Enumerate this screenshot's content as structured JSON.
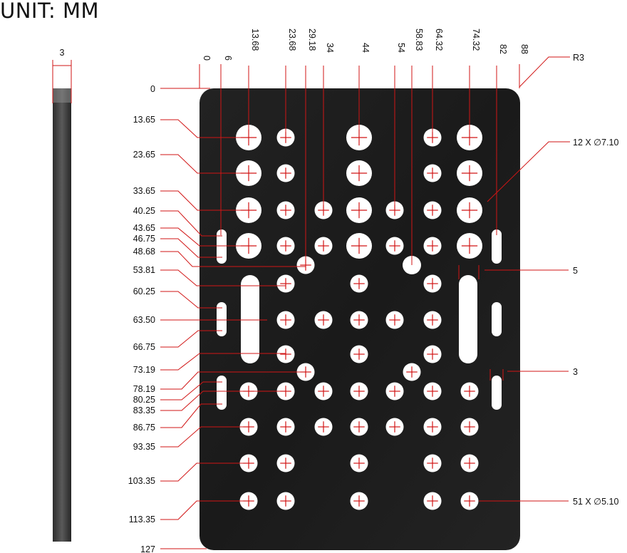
{
  "title": "UNIT: MM",
  "side_view": {
    "thickness_label": "3"
  },
  "x_labels": [
    "0",
    "6",
    "13.68",
    "23.68",
    "29.18",
    "34",
    "44",
    "54",
    "58.83",
    "64.32",
    "74.32",
    "82",
    "88"
  ],
  "y_labels": [
    "0",
    "13.65",
    "23.65",
    "33.65",
    "40.25",
    "43.65",
    "46.75",
    "48.68",
    "53.81",
    "60.25",
    "63.50",
    "66.75",
    "73.19",
    "78.19",
    "80.25",
    "83.35",
    "86.75",
    "93.35",
    "103.35",
    "113.35",
    "127"
  ],
  "callouts": {
    "radius": "R3",
    "large_holes": "12 X ∅7.10",
    "small_holes": "51 X ∅5.10",
    "slot_width_upper": "5",
    "slot_width_lower": "3"
  },
  "colors": {
    "plate": "#1c1c1c",
    "dimension_lines": "#d11515",
    "side_view_bar": "#3a3a3a"
  }
}
